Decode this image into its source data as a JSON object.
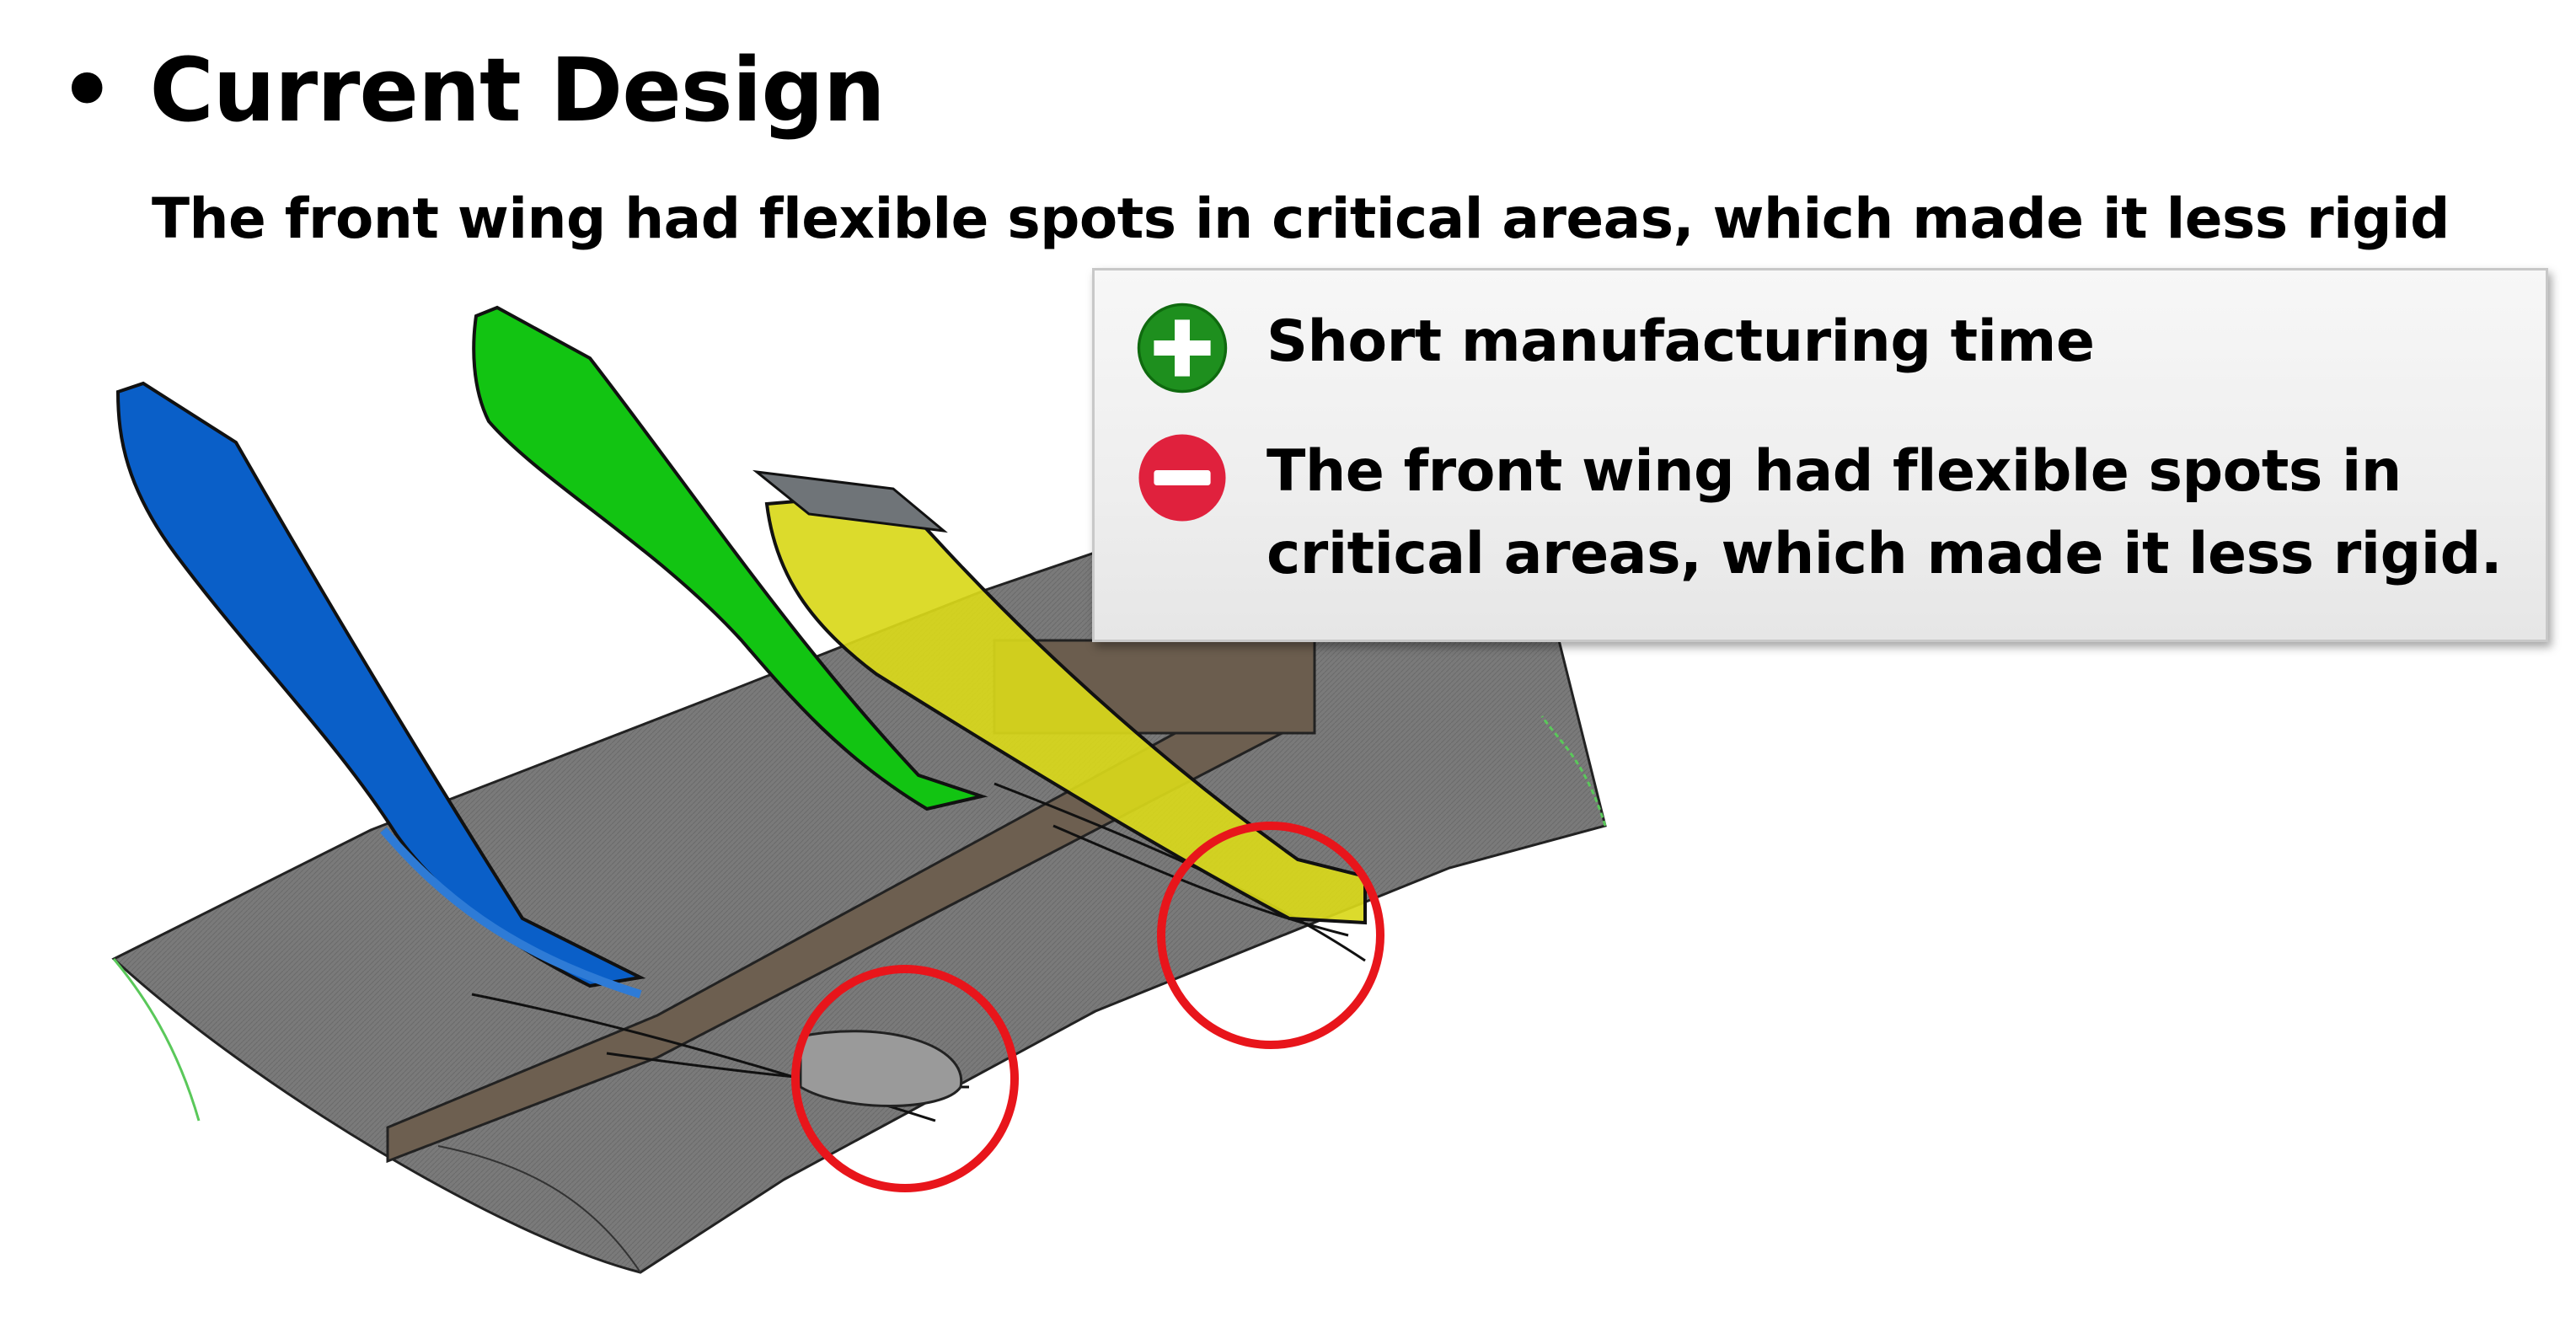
{
  "slide": {
    "bullet": "•",
    "title": "Current Design",
    "subtitle": "The front wing had flexible spots in critical areas, which made it less rigid"
  },
  "pros_cons": {
    "pro": {
      "icon": "plus-circle-icon",
      "color": "#1e8f1e",
      "text": "Short manufacturing time"
    },
    "con": {
      "icon": "minus-circle-icon",
      "color": "#e0213d",
      "text": "The front wing had flexible spots in critical areas, which made it less rigid."
    }
  },
  "figure": {
    "description_icon": "front-wing-cad-model",
    "colors": {
      "wing_body": "#7d7d7d",
      "blue_fin": "#0a5fc8",
      "green_fin": "#12c412",
      "yellow_fin": "#d9d81a",
      "highlight": "#e8151b"
    }
  }
}
